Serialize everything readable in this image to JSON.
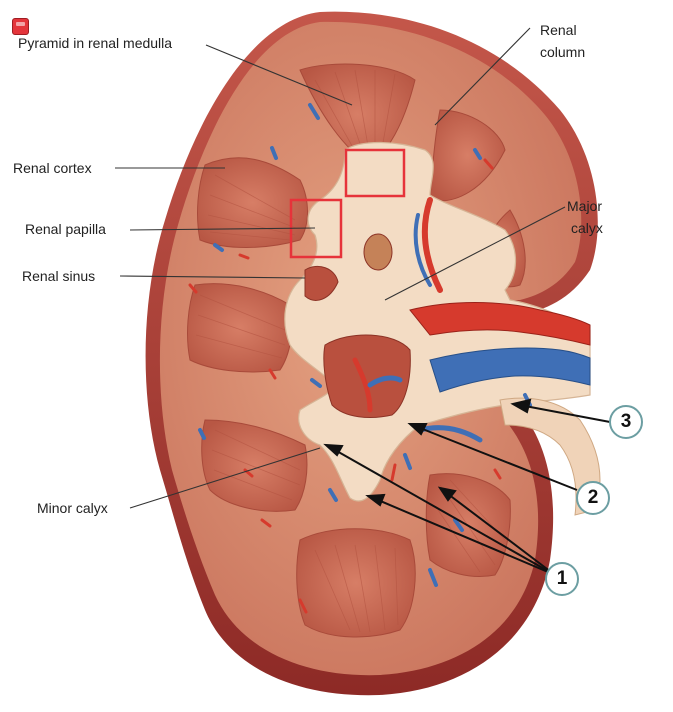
{
  "labels": {
    "pyramid": "Pyramid in renal medulla",
    "renal_column_line1": "Renal",
    "renal_column_line2": "column",
    "renal_cortex": "Renal cortex",
    "major_calyx_line1": "Major",
    "major_calyx_line2": "calyx",
    "renal_papilla": "Renal papilla",
    "renal_sinus": "Renal sinus",
    "minor_calyx": "Minor calyx"
  },
  "markers": [
    {
      "id": "marker-1",
      "text": "1"
    },
    {
      "id": "marker-2",
      "text": "2"
    },
    {
      "id": "marker-3",
      "text": "3"
    }
  ],
  "colors": {
    "cortex": "#d9876b",
    "capsule": "#b8473c",
    "pyramid": "#c96b55",
    "calyx": "#f3dcc4",
    "artery": "#d63a2d",
    "vein": "#3f6fb6",
    "highlight_box": "#e6333a",
    "marker_ring": "#6c9ea2"
  }
}
